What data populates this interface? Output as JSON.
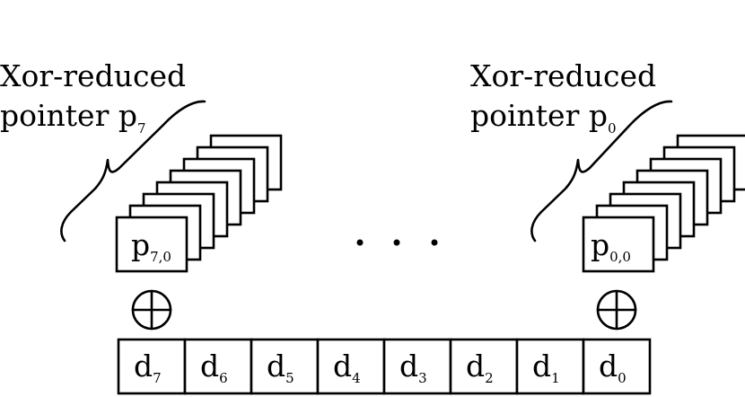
{
  "left_group": {
    "label_line1": "Xor-reduced",
    "label_line2": "pointer p",
    "label_sub": "7",
    "front_card": "p",
    "front_card_sub": "7,0",
    "stack_depth": 8
  },
  "right_group": {
    "label_line1": "Xor-reduced",
    "label_line2": "pointer p",
    "label_sub": "0",
    "front_card": "p",
    "front_card_sub": "0,0",
    "stack_depth": 8
  },
  "ellipsis": "· · ·",
  "xor_symbol": "⊕",
  "data_cells": [
    {
      "main": "d",
      "sub": "7"
    },
    {
      "main": "d",
      "sub": "6"
    },
    {
      "main": "d",
      "sub": "5"
    },
    {
      "main": "d",
      "sub": "4"
    },
    {
      "main": "d",
      "sub": "3"
    },
    {
      "main": "d",
      "sub": "2"
    },
    {
      "main": "d",
      "sub": "1"
    },
    {
      "main": "d",
      "sub": "0"
    }
  ]
}
